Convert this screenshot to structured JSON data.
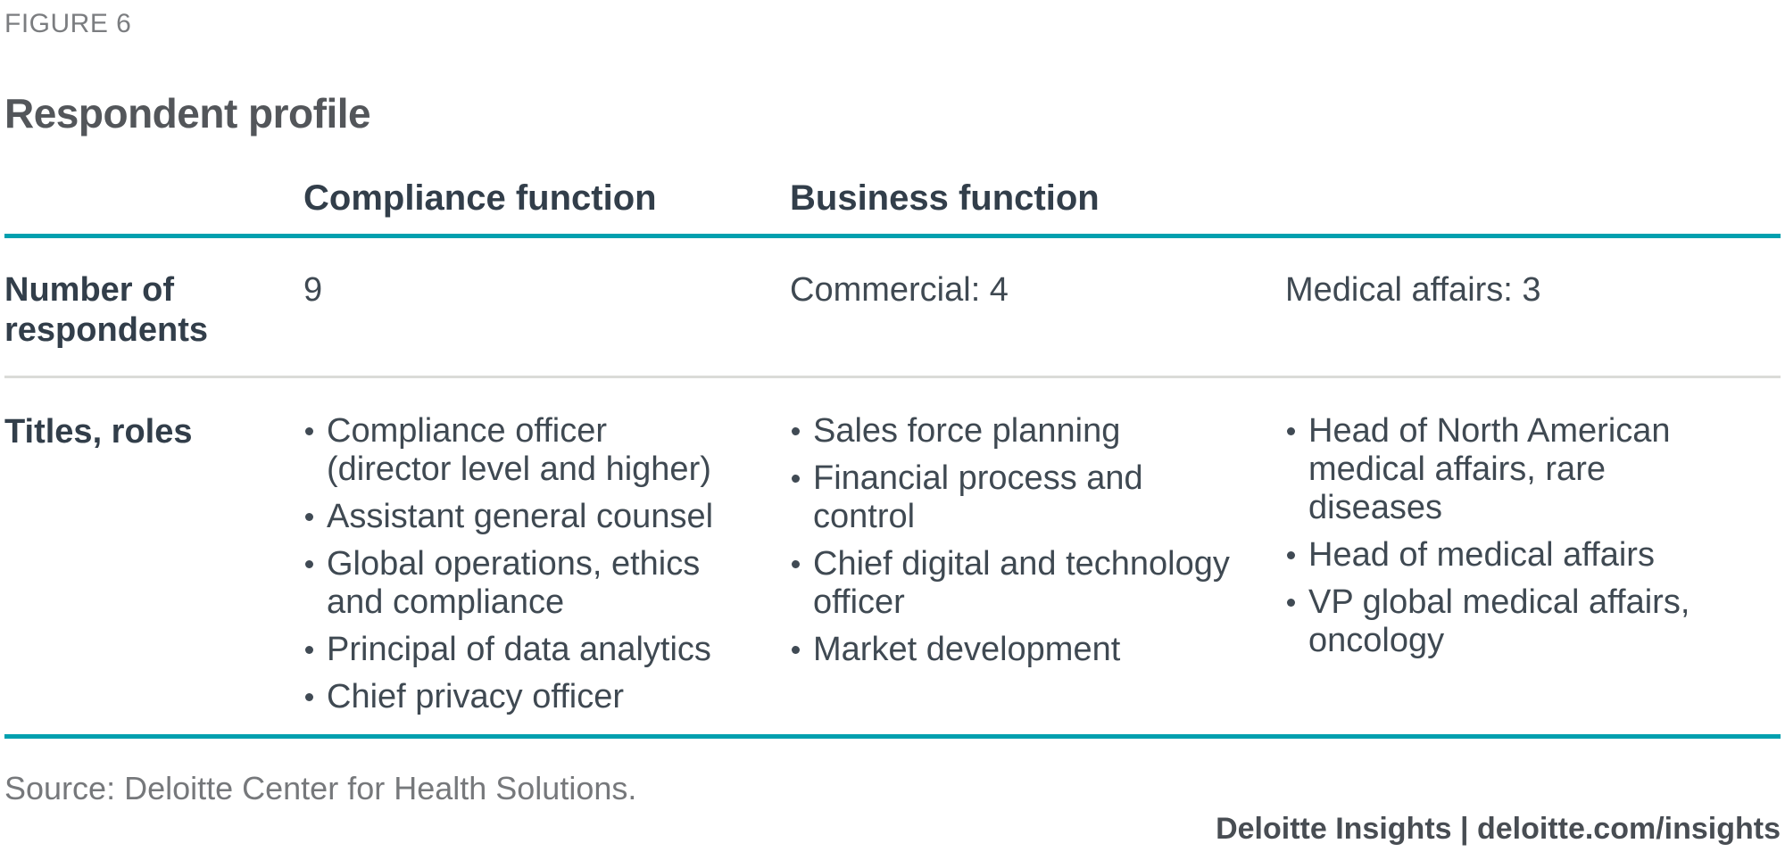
{
  "figure_label": "FIGURE 6",
  "title": "Respondent profile",
  "table": {
    "headers": {
      "compliance": "Compliance function",
      "business": "Business function"
    },
    "rows": {
      "respondents": {
        "label": "Number of respondents",
        "compliance": "9",
        "business_commercial": "Commercial: 4",
        "business_medical": "Medical affairs: 3"
      },
      "titles": {
        "label": "Titles, roles",
        "compliance": [
          "Compliance officer (director level and higher)",
          "Assistant general counsel",
          "Global operations, ethics and compliance",
          "Principal of data analytics",
          "Chief privacy officer"
        ],
        "business_col1": [
          "Sales force planning",
          "Financial process and control",
          "Chief digital and technology officer",
          "Market development"
        ],
        "business_col2": [
          "Head of North American medical affairs, rare diseases",
          "Head of medical affairs",
          "VP global medical affairs, oncology"
        ]
      }
    }
  },
  "source": "Source: Deloitte Center for Health Solutions.",
  "footer": "Deloitte Insights | deloitte.com/insights",
  "colors": {
    "accent_teal": "#00a0af",
    "heading_text": "#323e4a",
    "body_text": "#3f4952",
    "muted_text": "#76787b",
    "divider_gray": "#dadbd8"
  }
}
